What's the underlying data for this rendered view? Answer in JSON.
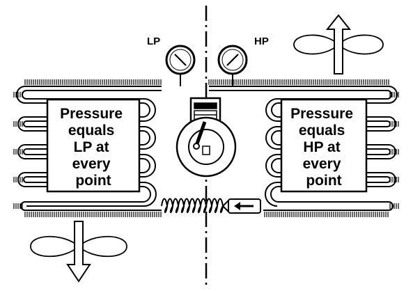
{
  "gauges": {
    "low": {
      "label": "LP"
    },
    "high": {
      "label": "HP"
    }
  },
  "evaporator_box": {
    "lines": [
      "Pressure",
      "equals",
      "LP at",
      "every",
      "point"
    ]
  },
  "condenser_box": {
    "lines": [
      "Pressure",
      "equals",
      "HP at",
      "every",
      "point"
    ]
  },
  "icons": {
    "fan_top": "fan-icon",
    "fan_bottom": "fan-icon",
    "airflow_up": "arrow-up-icon",
    "airflow_down": "arrow-down-icon",
    "flow_direction": "arrow-left-icon"
  }
}
